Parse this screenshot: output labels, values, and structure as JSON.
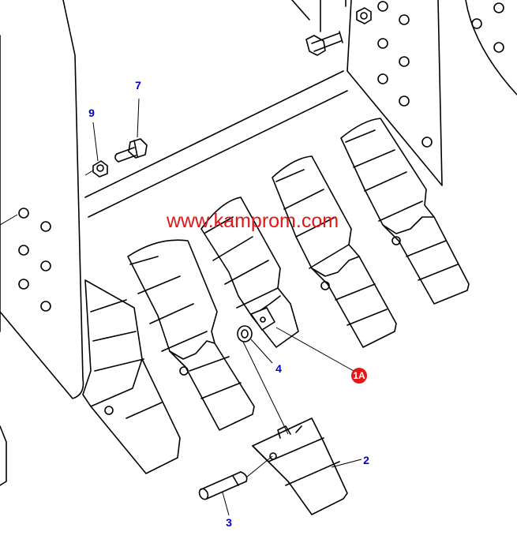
{
  "watermark": {
    "text": "www.kamprom.com",
    "color": "#e01818"
  },
  "callouts": {
    "p7": "7",
    "p9": "9",
    "p4": "4",
    "p2": "2",
    "p3": "3",
    "p1a": "1A"
  },
  "colors": {
    "callout": "#0000cc",
    "badge": "#e01818",
    "line": "#000000"
  }
}
